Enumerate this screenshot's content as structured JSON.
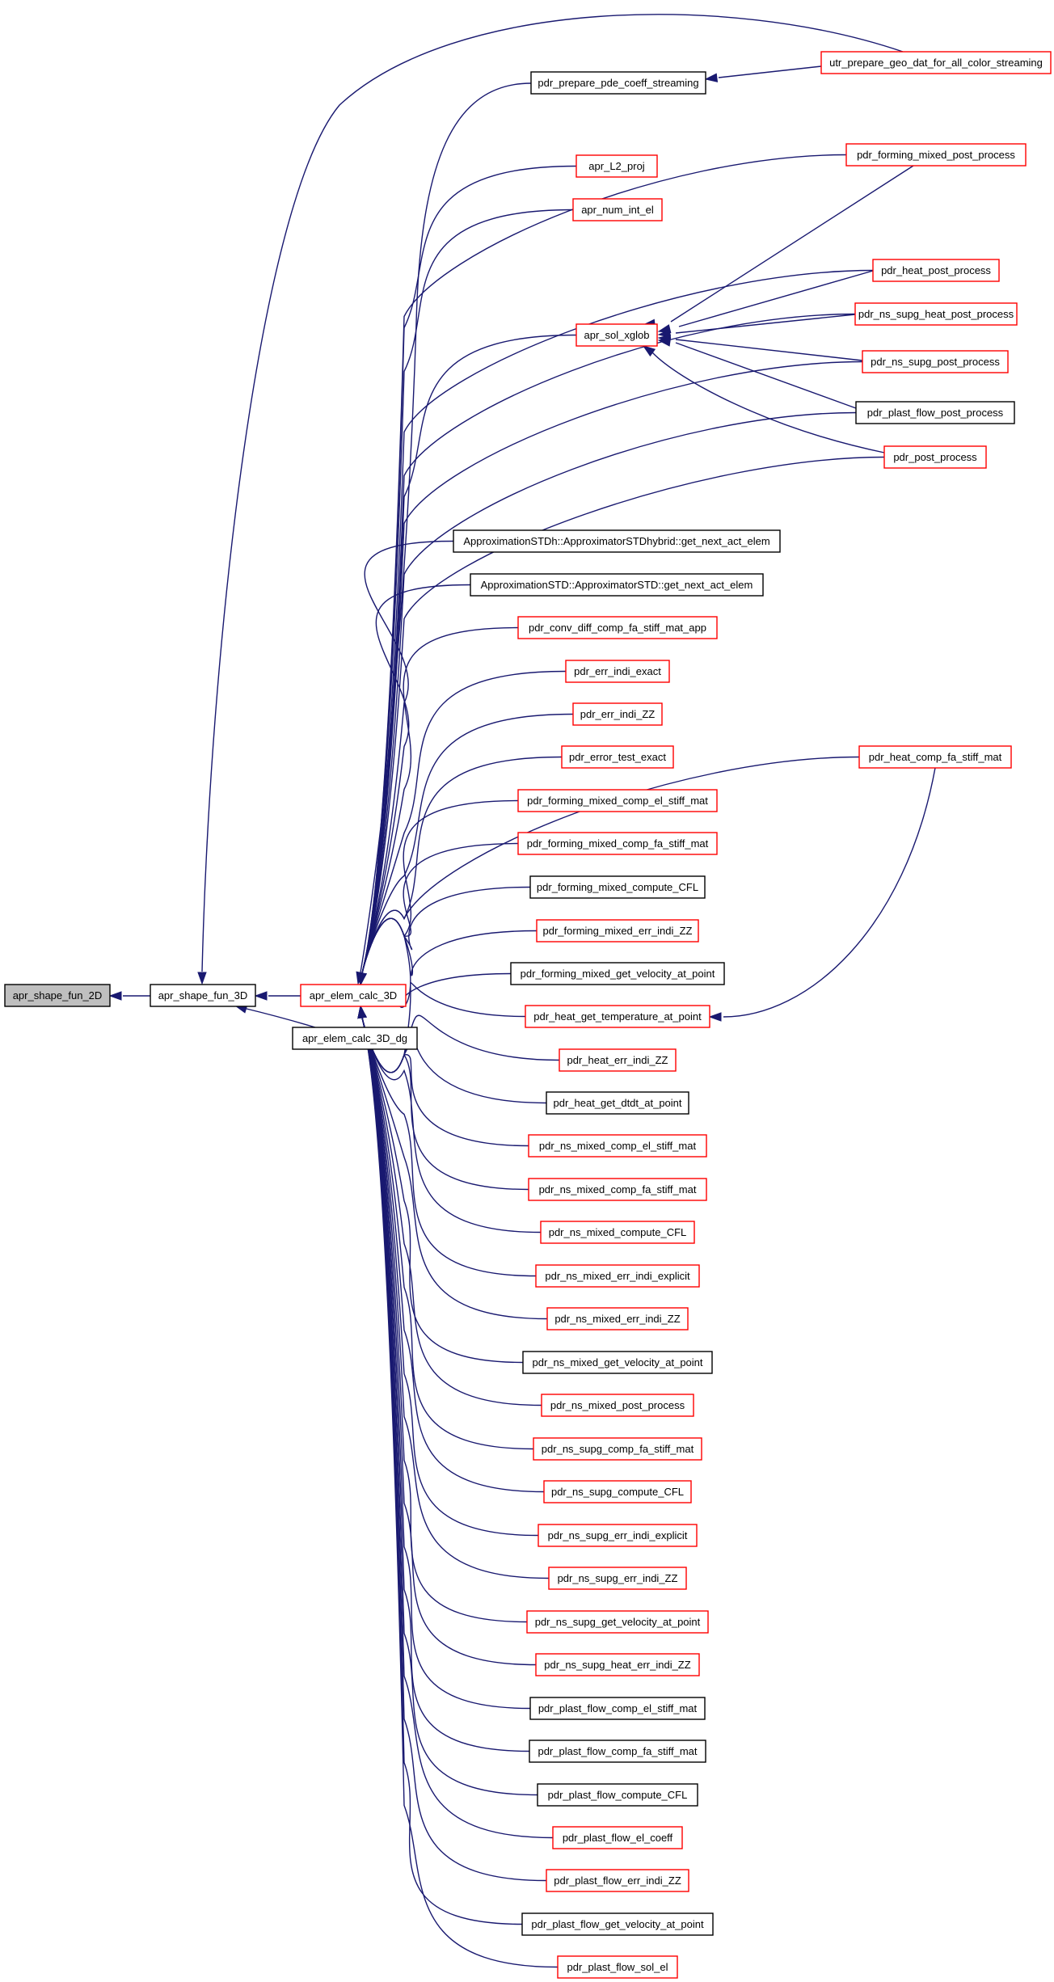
{
  "colors": {
    "edge": "#191970",
    "border_red": "#ff0000",
    "border_black": "#000000",
    "root_fill": "#bfbfbf"
  },
  "nodes": [
    {
      "id": "n0",
      "label": "apr_shape_fun_2D",
      "style": "root"
    },
    {
      "id": "n1",
      "label": "apr_shape_fun_3D",
      "style": "black"
    },
    {
      "id": "n2",
      "label": "apr_elem_calc_3D",
      "style": "red"
    },
    {
      "id": "n3",
      "label": "apr_elem_calc_3D_dg",
      "style": "black"
    },
    {
      "id": "n4",
      "label": "pdr_prepare_pde_coeff_streaming",
      "style": "black"
    },
    {
      "id": "n5",
      "label": "utr_prepare_geo_dat_for_all_color_streaming",
      "style": "red"
    },
    {
      "id": "n6",
      "label": "pdr_forming_mixed_post_process",
      "style": "red"
    },
    {
      "id": "n7",
      "label": "apr_L2_proj",
      "style": "red"
    },
    {
      "id": "n8",
      "label": "apr_num_int_el",
      "style": "red"
    },
    {
      "id": "n9",
      "label": "pdr_heat_post_process",
      "style": "red"
    },
    {
      "id": "n10",
      "label": "pdr_ns_supg_heat_post_process",
      "style": "red"
    },
    {
      "id": "n11",
      "label": "apr_sol_xglob",
      "style": "red"
    },
    {
      "id": "n12",
      "label": "pdr_ns_supg_post_process",
      "style": "red"
    },
    {
      "id": "n13",
      "label": "pdr_plast_flow_post_process",
      "style": "black"
    },
    {
      "id": "n14",
      "label": "pdr_post_process",
      "style": "red"
    },
    {
      "id": "n15",
      "label": "ApproximationSTDh::ApproximatorSTDhybrid::get_next_act_elem",
      "style": "black"
    },
    {
      "id": "n16",
      "label": "ApproximationSTD::ApproximatorSTD::get_next_act_elem",
      "style": "black"
    },
    {
      "id": "n17",
      "label": "pdr_conv_diff_comp_fa_stiff_mat_app",
      "style": "red"
    },
    {
      "id": "n18",
      "label": "pdr_err_indi_exact",
      "style": "red"
    },
    {
      "id": "n19",
      "label": "pdr_err_indi_ZZ",
      "style": "red"
    },
    {
      "id": "n20",
      "label": "pdr_error_test_exact",
      "style": "red"
    },
    {
      "id": "n21",
      "label": "pdr_heat_comp_fa_stiff_mat",
      "style": "red"
    },
    {
      "id": "n22",
      "label": "pdr_forming_mixed_comp_el_stiff_mat",
      "style": "red"
    },
    {
      "id": "n23",
      "label": "pdr_forming_mixed_comp_fa_stiff_mat",
      "style": "red"
    },
    {
      "id": "n24",
      "label": "pdr_forming_mixed_compute_CFL",
      "style": "black"
    },
    {
      "id": "n25",
      "label": "pdr_forming_mixed_err_indi_ZZ",
      "style": "red"
    },
    {
      "id": "n26",
      "label": "pdr_forming_mixed_get_velocity_at_point",
      "style": "black"
    },
    {
      "id": "n27",
      "label": "pdr_heat_get_temperature_at_point",
      "style": "red"
    },
    {
      "id": "n28",
      "label": "pdr_heat_err_indi_ZZ",
      "style": "red"
    },
    {
      "id": "n29",
      "label": "pdr_heat_get_dtdt_at_point",
      "style": "black"
    },
    {
      "id": "n30",
      "label": "pdr_ns_mixed_comp_el_stiff_mat",
      "style": "red"
    },
    {
      "id": "n31",
      "label": "pdr_ns_mixed_comp_fa_stiff_mat",
      "style": "red"
    },
    {
      "id": "n32",
      "label": "pdr_ns_mixed_compute_CFL",
      "style": "red"
    },
    {
      "id": "n33",
      "label": "pdr_ns_mixed_err_indi_explicit",
      "style": "red"
    },
    {
      "id": "n34",
      "label": "pdr_ns_mixed_err_indi_ZZ",
      "style": "red"
    },
    {
      "id": "n35",
      "label": "pdr_ns_mixed_get_velocity_at_point",
      "style": "black"
    },
    {
      "id": "n36",
      "label": "pdr_ns_mixed_post_process",
      "style": "red"
    },
    {
      "id": "n37",
      "label": "pdr_ns_supg_comp_fa_stiff_mat",
      "style": "red"
    },
    {
      "id": "n38",
      "label": "pdr_ns_supg_compute_CFL",
      "style": "red"
    },
    {
      "id": "n39",
      "label": "pdr_ns_supg_err_indi_explicit",
      "style": "red"
    },
    {
      "id": "n40",
      "label": "pdr_ns_supg_err_indi_ZZ",
      "style": "red"
    },
    {
      "id": "n41",
      "label": "pdr_ns_supg_get_velocity_at_point",
      "style": "red"
    },
    {
      "id": "n42",
      "label": "pdr_ns_supg_heat_err_indi_ZZ",
      "style": "red"
    },
    {
      "id": "n43",
      "label": "pdr_plast_flow_comp_el_stiff_mat",
      "style": "black"
    },
    {
      "id": "n44",
      "label": "pdr_plast_flow_comp_fa_stiff_mat",
      "style": "black"
    },
    {
      "id": "n45",
      "label": "pdr_plast_flow_compute_CFL",
      "style": "black"
    },
    {
      "id": "n46",
      "label": "pdr_plast_flow_el_coeff",
      "style": "red"
    },
    {
      "id": "n47",
      "label": "pdr_plast_flow_err_indi_ZZ",
      "style": "red"
    },
    {
      "id": "n48",
      "label": "pdr_plast_flow_get_velocity_at_point",
      "style": "black"
    },
    {
      "id": "n49",
      "label": "pdr_plast_flow_sol_el",
      "style": "red"
    }
  ],
  "edges": [
    {
      "from": "n1",
      "to": "n0"
    },
    {
      "from": "n2",
      "to": "n1"
    },
    {
      "from": "n3",
      "to": "n1"
    },
    {
      "from": "n5",
      "to": "n1"
    },
    {
      "from": "n5",
      "to": "n4"
    },
    {
      "from": "n4",
      "to": "n2"
    },
    {
      "from": "n6",
      "to": "n2"
    },
    {
      "from": "n7",
      "to": "n2"
    },
    {
      "from": "n8",
      "to": "n2"
    },
    {
      "from": "n9",
      "to": "n2"
    },
    {
      "from": "n10",
      "to": "n2"
    },
    {
      "from": "n11",
      "to": "n2"
    },
    {
      "from": "n12",
      "to": "n2"
    },
    {
      "from": "n13",
      "to": "n2"
    },
    {
      "from": "n14",
      "to": "n2"
    },
    {
      "from": "n21",
      "to": "n2"
    },
    {
      "from": "n6",
      "to": "n11"
    },
    {
      "from": "n9",
      "to": "n11"
    },
    {
      "from": "n10",
      "to": "n11"
    },
    {
      "from": "n12",
      "to": "n11"
    },
    {
      "from": "n13",
      "to": "n11"
    },
    {
      "from": "n14",
      "to": "n11"
    },
    {
      "from": "n15",
      "to": "n2"
    },
    {
      "from": "n16",
      "to": "n2"
    },
    {
      "from": "n17",
      "to": "n2"
    },
    {
      "from": "n18",
      "to": "n2"
    },
    {
      "from": "n19",
      "to": "n2"
    },
    {
      "from": "n20",
      "to": "n2"
    },
    {
      "from": "n22",
      "to": "n2"
    },
    {
      "from": "n23",
      "to": "n2"
    },
    {
      "from": "n24",
      "to": "n2"
    },
    {
      "from": "n25",
      "to": "n2"
    },
    {
      "from": "n26",
      "to": "n2"
    },
    {
      "from": "n27",
      "to": "n2"
    },
    {
      "from": "n21",
      "to": "n27"
    },
    {
      "from": "n28",
      "to": "n2"
    },
    {
      "from": "n29",
      "to": "n2"
    },
    {
      "from": "n30",
      "to": "n2"
    },
    {
      "from": "n31",
      "to": "n2"
    },
    {
      "from": "n32",
      "to": "n2"
    },
    {
      "from": "n33",
      "to": "n2"
    },
    {
      "from": "n34",
      "to": "n2"
    },
    {
      "from": "n35",
      "to": "n2"
    },
    {
      "from": "n36",
      "to": "n2"
    },
    {
      "from": "n37",
      "to": "n2"
    },
    {
      "from": "n38",
      "to": "n2"
    },
    {
      "from": "n39",
      "to": "n2"
    },
    {
      "from": "n40",
      "to": "n2"
    },
    {
      "from": "n41",
      "to": "n2"
    },
    {
      "from": "n42",
      "to": "n2"
    },
    {
      "from": "n43",
      "to": "n2"
    },
    {
      "from": "n44",
      "to": "n2"
    },
    {
      "from": "n45",
      "to": "n2"
    },
    {
      "from": "n46",
      "to": "n2"
    },
    {
      "from": "n47",
      "to": "n2"
    },
    {
      "from": "n48",
      "to": "n2"
    },
    {
      "from": "n49",
      "to": "n2"
    }
  ]
}
